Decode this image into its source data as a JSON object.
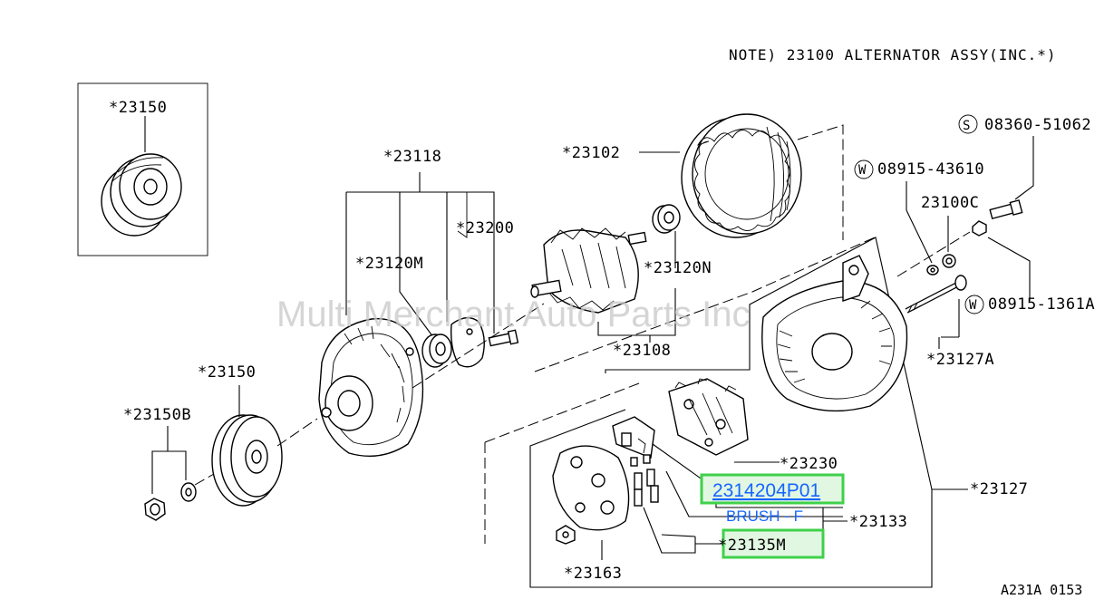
{
  "note": "NOTE) 23100 ALTERNATOR ASSY(INC.*)",
  "watermark": "Multi Merchant Auto Parts Inc",
  "figure_code": "A231A 0153",
  "labels": {
    "p23150_box": "*23150",
    "p23118": "*23118",
    "p23102": "*23102",
    "p23200": "*23200",
    "p23120m": "*23120M",
    "p23120n": "*23120N",
    "p23108": "*23108",
    "p23150": "*23150",
    "p23150b": "*23150B",
    "p23230": "*23230",
    "p23133": "*23133",
    "p23127": "*23127",
    "p23127a": "*23127A",
    "p23163": "*23163",
    "p23100c": "23100C",
    "s08360": "08360-51062",
    "w08915a": "08915-43610",
    "w08915b": "08915-1361A",
    "s_badge": "S",
    "w_badge": "W"
  },
  "highlights": {
    "part_link": "2314204P01",
    "part_desc": "BRUSH - F",
    "p23135m": "*23135M"
  },
  "colors": {
    "highlight_border": "#3fd14a",
    "highlight_fill": "#e2f7e2",
    "link": "#1565ff"
  }
}
